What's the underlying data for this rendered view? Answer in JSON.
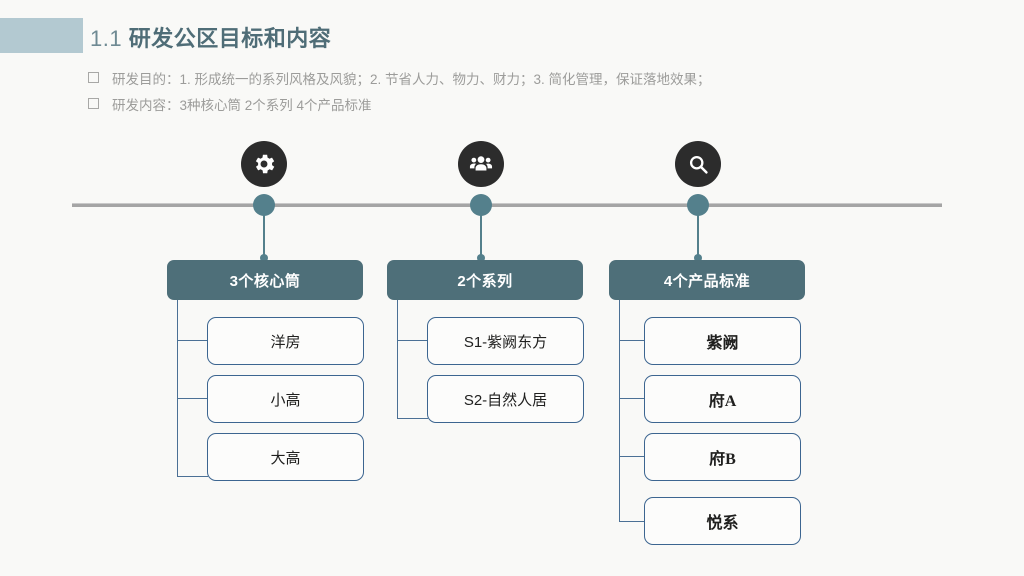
{
  "slide": {
    "title_number": "1.1",
    "title_main": "研发公区目标和内容",
    "accent_color": "#b3c9d1",
    "title_color": "#4f6d77",
    "background_color": "#f9f9f7"
  },
  "bullets": [
    {
      "marker": "hollow-square",
      "text": "研发目的：1. 形成统一的系列风格及风貌；2. 节省人力、物力、财力；3. 简化管理，保证落地效果；"
    },
    {
      "marker": "hollow-square",
      "text": "研发内容：3种核心筒    2个系列     4个产品标准"
    }
  ],
  "timeline": {
    "line_color": "#a5a5a5",
    "node_color": "#54808c",
    "icon_bg_color": "#2c2c2c",
    "nodes": [
      {
        "icon": "gear-icon"
      },
      {
        "icon": "people-group-icon"
      },
      {
        "icon": "search-icon"
      }
    ]
  },
  "columns": [
    {
      "header": "3个核心筒",
      "header_color": "#4e6f79",
      "item_border_color": "#3c6590",
      "bold_items": false,
      "items": [
        "洋房",
        "小高",
        "大高"
      ]
    },
    {
      "header": "2个系列",
      "header_color": "#4e6f79",
      "item_border_color": "#3c6590",
      "bold_items": false,
      "items": [
        "S1-紫阙东方",
        "S2-自然人居"
      ]
    },
    {
      "header": "4个产品标准",
      "header_color": "#4e6f79",
      "item_border_color": "#3c6590",
      "bold_items": true,
      "items": [
        "紫阙",
        "府A",
        "府B",
        "悦系"
      ]
    }
  ]
}
